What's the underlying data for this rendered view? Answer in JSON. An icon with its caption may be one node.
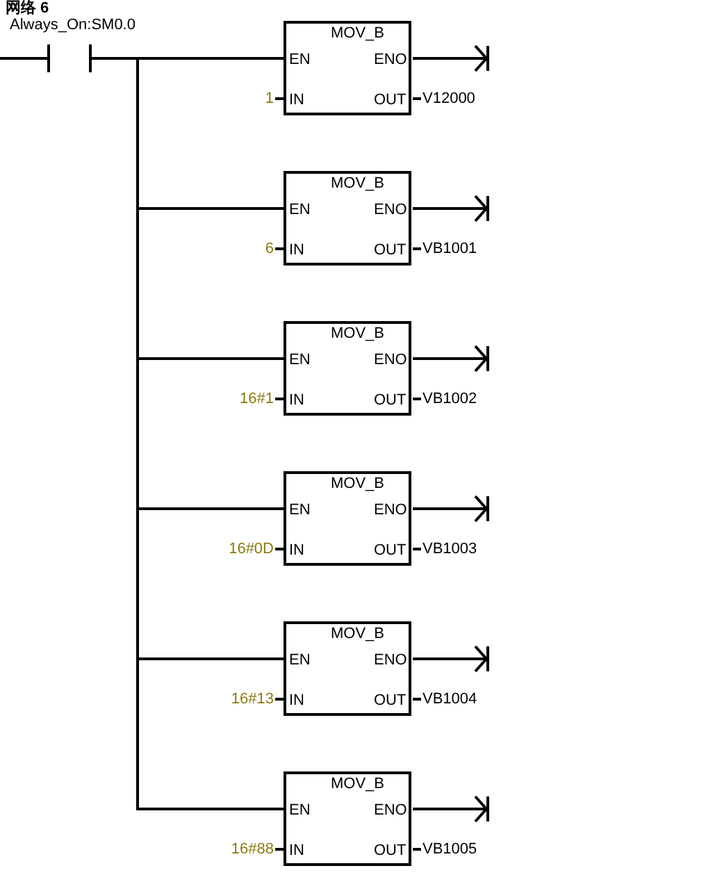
{
  "diagram": {
    "title": "网络 6",
    "nodes": [
      {
        "text": [
          "Always_On:SM0.0"
        ]
      },
      {
        "text": [
          "MOV_B",
          "EN",
          "ENO",
          "IN",
          "OUT"
        ],
        "beside": [
          "1",
          "V12000"
        ]
      },
      {
        "text": [
          "MOV_B",
          "EN",
          "ENO",
          "IN",
          "OUT"
        ],
        "beside": [
          "6",
          "VB1001"
        ]
      },
      {
        "text": [
          "MOV_B",
          "EN",
          "ENO",
          "IN",
          "OUT"
        ],
        "beside": [
          "16#1",
          "VB1002"
        ]
      },
      {
        "text": [
          "MOV_B",
          "EN",
          "ENO",
          "IN",
          "OUT"
        ],
        "beside": [
          "16#0D",
          "VB1003"
        ]
      },
      {
        "text": [
          "MOV_B",
          "EN",
          "ENO",
          "IN",
          "OUT"
        ],
        "beside": [
          "16#13",
          "VB1004"
        ]
      },
      {
        "text": [
          "MOV_B",
          "EN",
          "ENO",
          "IN",
          "OUT"
        ],
        "beside": [
          "16#88",
          "VB1005"
        ]
      }
    ],
    "edges": [
      {
        "from": 0,
        "to": 1,
        "arrow": "none"
      },
      {
        "from": 0,
        "to": 2,
        "arrow": "none"
      },
      {
        "from": 0,
        "to": 3,
        "arrow": "none"
      },
      {
        "from": 0,
        "to": 4,
        "arrow": "none"
      },
      {
        "from": 0,
        "to": 5,
        "arrow": "none"
      },
      {
        "from": 0,
        "to": 6,
        "arrow": "none"
      }
    ]
  }
}
